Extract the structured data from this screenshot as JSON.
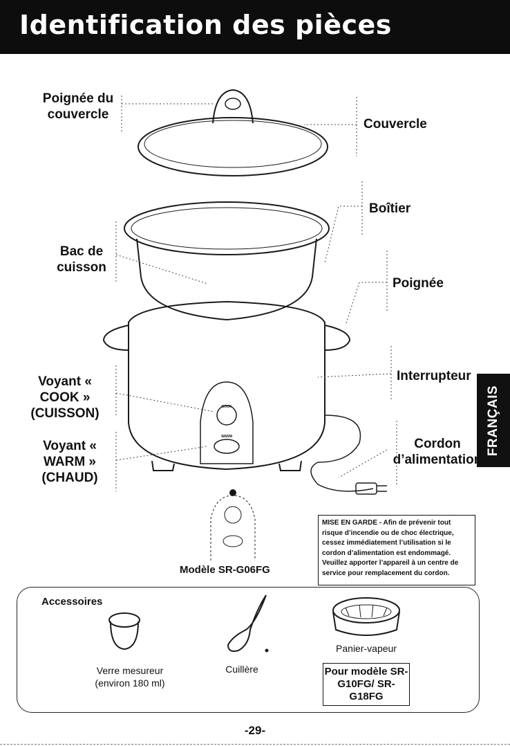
{
  "header": {
    "title": "Identification des pièces"
  },
  "labels": {
    "handle_lid": "Poignée du couvercle",
    "lid": "Couvercle",
    "body": "Boîtier",
    "inner_pan": "Bac de cuisson",
    "handle": "Poignée",
    "cook_light": "Voyant « COOK » (CUISSON)",
    "switch": "Interrupteur",
    "warm_light": "Voyant « WARM » (CHAUD)",
    "cord": "Cordon d’alimentation"
  },
  "side_tab": "FRANÇAIS",
  "panel": {
    "cook": "COOK",
    "warm": "WARM"
  },
  "warning": "MISE EN GARDE - Afin de prévenir tout risque d’incendie ou de choc électrique, cessez immédiatement l’utilisation si le cordon d’alimentation est endommagé. Veuillez apporter l’appareil à un centre de service pour remplacement du cordon.",
  "model_caption": "Modèle SR-G06FG",
  "accessories": {
    "title": "Accessoires",
    "cup": "Verre mesureur (environ 180 ml)",
    "spoon": "Cuillère",
    "steamer": "Panier-vapeur",
    "for_model": "Pour modèle SR-G10FG/ SR-G18FG"
  },
  "page_number": "-29-"
}
